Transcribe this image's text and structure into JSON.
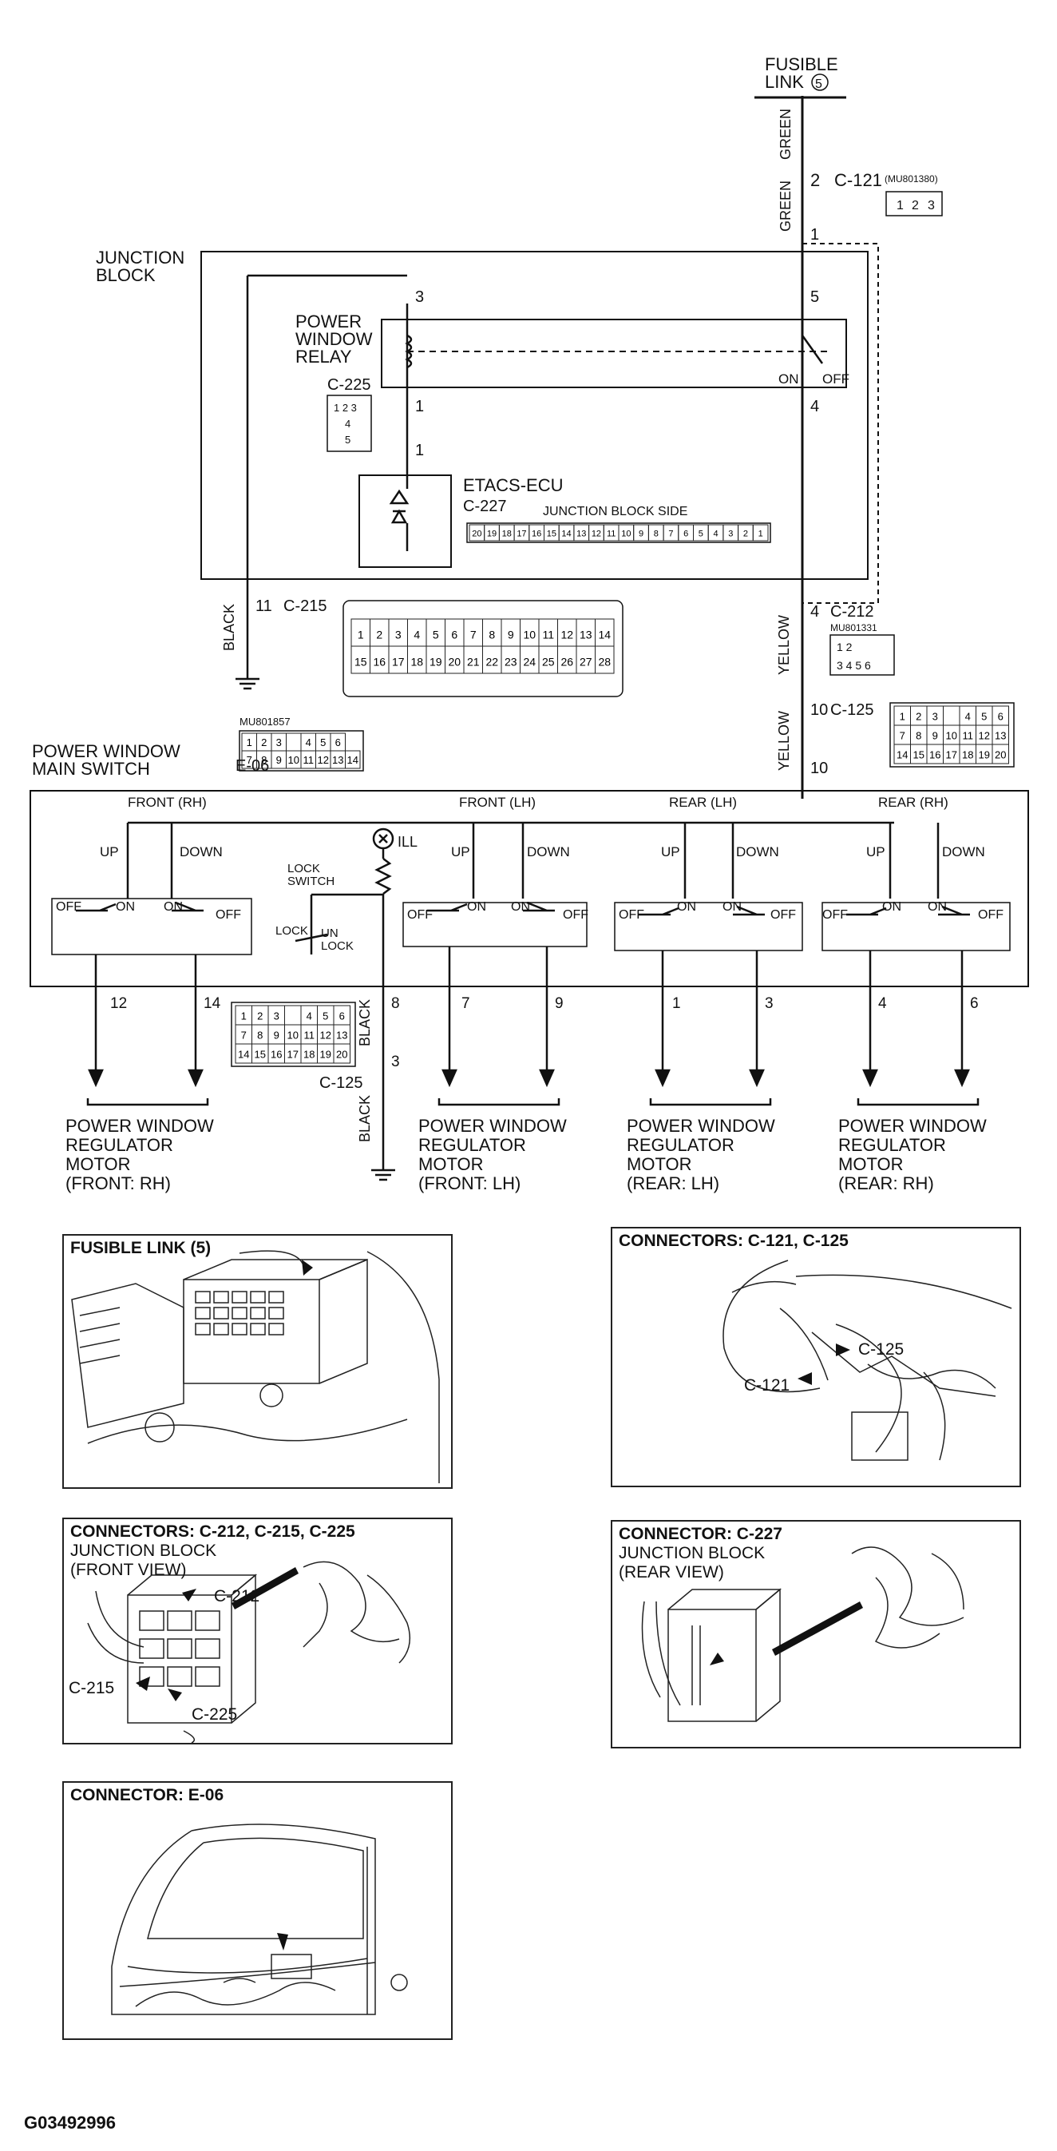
{
  "fusible_link": {
    "title": "FUSIBLE\nLINK",
    "num": "5"
  },
  "wires": {
    "green": "GREEN",
    "yellow": "YELLOW",
    "black": "BLACK"
  },
  "c121": {
    "pin_top": "2",
    "label": "C-121",
    "part": "(MU801380)",
    "pin_bottom": "1",
    "cells": [
      "1",
      "2",
      "3"
    ]
  },
  "junction_block": {
    "title": "JUNCTION\nBLOCK",
    "relay": "POWER\nWINDOW\nRELAY",
    "pin3": "3",
    "pin1": "1",
    "pin5": "5",
    "pin4": "4",
    "on": "ON",
    "off": "OFF",
    "pin1b": "1"
  },
  "c225": {
    "label": "C-225",
    "cells": [
      "1",
      "2",
      "3",
      "4",
      "5"
    ]
  },
  "etacs": {
    "title": "ETACS-ECU",
    "conn": "C-227",
    "side": "JUNCTION BLOCK SIDE",
    "cells": [
      "20",
      "19",
      "18",
      "17",
      "16",
      "15",
      "14",
      "13",
      "12",
      "11",
      "10",
      "9",
      "8",
      "7",
      "6",
      "5",
      "4",
      "3",
      "2",
      "1"
    ]
  },
  "c215": {
    "pin": "11",
    "label": "C-215",
    "row1": [
      "1",
      "2",
      "3",
      "4",
      "5",
      "6",
      "7",
      "8",
      "9",
      "10",
      "11",
      "12",
      "13",
      "14"
    ],
    "row2": [
      "15",
      "16",
      "17",
      "18",
      "19",
      "20",
      "21",
      "22",
      "23",
      "24",
      "25",
      "26",
      "27",
      "28"
    ]
  },
  "c212": {
    "pin": "4",
    "label": "C-212",
    "part": "MU801331",
    "cells": [
      "1",
      "2",
      "3",
      "4",
      "5",
      "6"
    ]
  },
  "c125": {
    "pin": "10",
    "label": "C-125",
    "pin_below": "10",
    "row1": [
      "1",
      "2",
      "3",
      "",
      "4",
      "5",
      "6"
    ],
    "row2": [
      "7",
      "8",
      "9",
      "10",
      "11",
      "12",
      "13"
    ],
    "row3": [
      "14",
      "15",
      "16",
      "17",
      "18",
      "19",
      "20"
    ]
  },
  "e06": {
    "label": "E-06",
    "part": "MU801857",
    "row1": [
      "1",
      "2",
      "3",
      "",
      "4",
      "5",
      "6"
    ],
    "row2": [
      "7",
      "8",
      "9",
      "10",
      "11",
      "12",
      "13",
      "14"
    ]
  },
  "main_switch": {
    "title": "POWER WINDOW\nMAIN SWITCH",
    "groups": [
      "FRONT (RH)",
      "FRONT (LH)",
      "REAR (LH)",
      "REAR (RH)"
    ],
    "up": "UP",
    "down": "DOWN",
    "on": "ON",
    "off": "OFF",
    "ill": "ILL",
    "lock_switch": "LOCK\nSWITCH",
    "lock": "LOCK",
    "unlock": "UN\nLOCK"
  },
  "pins": [
    "12",
    "14",
    "8",
    "7",
    "9",
    "1",
    "3",
    "4",
    "6",
    "3"
  ],
  "c125_bottom": {
    "label": "C-125",
    "row1": [
      "1",
      "2",
      "3",
      "",
      "4",
      "5",
      "6"
    ],
    "row2": [
      "7",
      "8",
      "9",
      "10",
      "11",
      "12",
      "13"
    ],
    "row3": [
      "14",
      "15",
      "16",
      "17",
      "18",
      "19",
      "20"
    ]
  },
  "motors": [
    "POWER WINDOW\nREGULATOR\nMOTOR\n(FRONT: RH)",
    "POWER WINDOW\nREGULATOR\nMOTOR\n(FRONT: LH)",
    "POWER WINDOW\nREGULATOR\nMOTOR\n(REAR: LH)",
    "POWER WINDOW\nREGULATOR\nMOTOR\n(REAR: RH)"
  ],
  "panels": {
    "fusible": {
      "title": "FUSIBLE LINK (5)"
    },
    "c121_c125": {
      "title": "CONNECTORS: C-121, C-125",
      "a": "C-125",
      "b": "C-121"
    },
    "c212": {
      "title": "CONNECTORS: C-212, C-215, C-225",
      "sub": "JUNCTION BLOCK\n(FRONT VIEW)",
      "a": "C-212",
      "b": "C-215",
      "c": "C-225"
    },
    "c227": {
      "title": "CONNECTOR: C-227",
      "sub": "JUNCTION BLOCK\n(REAR VIEW)"
    },
    "e06": {
      "title": "CONNECTOR: E-06"
    }
  },
  "figure_code": "G03492996"
}
